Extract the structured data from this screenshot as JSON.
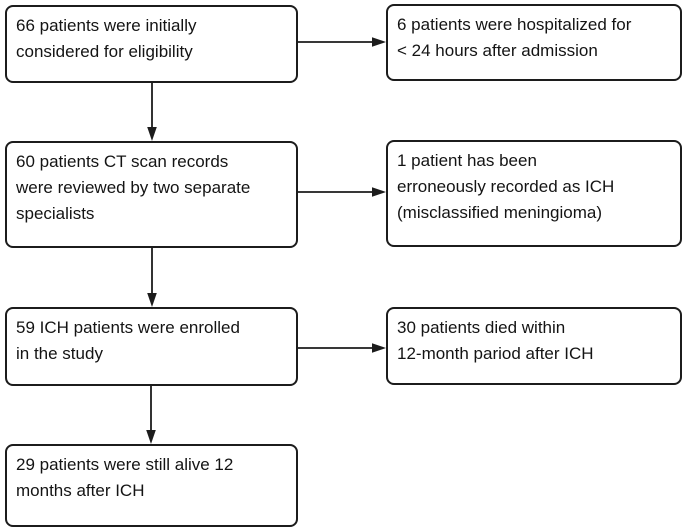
{
  "diagram": {
    "description": "ICH patient enrollment flow diagram",
    "colors": {
      "background": "#ffffff",
      "box_fill": "#ffffff",
      "line": "#1c1c1c",
      "text": "#141414"
    },
    "boxes": {
      "eligibility": {
        "lines": [
          "66 patients were initially",
          "considered for eligibility"
        ]
      },
      "hospitalized": {
        "lines": [
          "6 patients were hospitalized for",
          "< 24 hours after admission"
        ]
      },
      "ct_review": {
        "lines": [
          "60 patients CT scan records",
          "were reviewed by two separate",
          "specialists"
        ]
      },
      "misclassified": {
        "lines": [
          "1 patient has been",
          "erroneously recorded as ICH",
          "(misclassified meningioma)"
        ]
      },
      "enrolled": {
        "lines": [
          "59 ICH patients were enrolled",
          "in the study"
        ]
      },
      "died": {
        "lines": [
          "30 patients died within",
          "12-month pariod after ICH"
        ]
      },
      "alive": {
        "lines": [
          "29 patients were still alive 12",
          "months after ICH"
        ]
      }
    }
  }
}
